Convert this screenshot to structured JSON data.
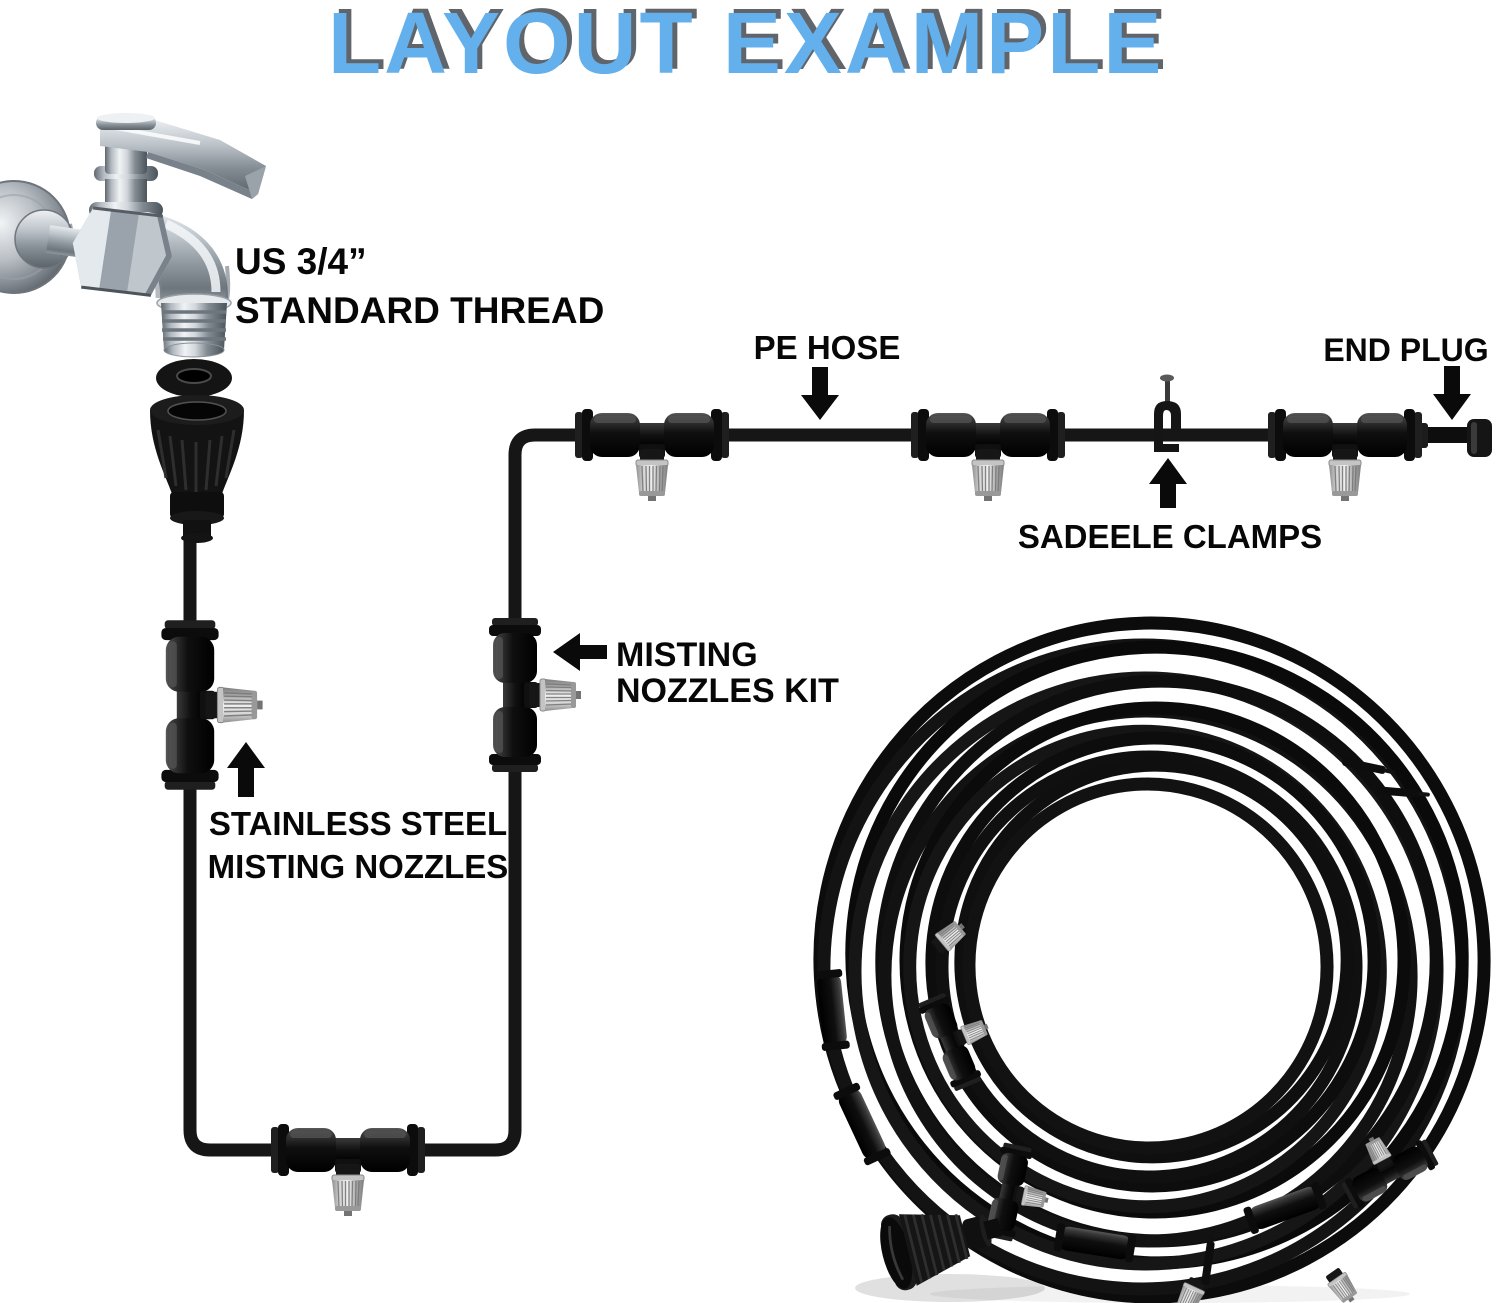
{
  "title": {
    "text": "LAYOUT EXAMPLE"
  },
  "labels": {
    "thread": {
      "line1": "US 3/4”",
      "line2": "STANDARD THREAD"
    },
    "pe_hose": "PE HOSE",
    "end_plug": "END PLUG",
    "clamps": "SADEELE CLAMPS",
    "nozzles_kit": {
      "line1": "MISTING",
      "line2": "NOZZLES KIT"
    },
    "stainless": {
      "line1": "STAINLESS STEEL",
      "line2": "MISTING NOZZLES"
    }
  },
  "colors": {
    "title_blue": "#64b0ec",
    "title_shadow": "#5f656a",
    "label_black": "#070707",
    "hose_black": "#161616",
    "nozzle_silver": "#c8c8c8"
  },
  "parts": [
    "faucet",
    "faucet-adapter",
    "pe-hose",
    "tee-connector",
    "misting-nozzle",
    "sadeele-clamp",
    "end-plug",
    "hose-coil"
  ]
}
